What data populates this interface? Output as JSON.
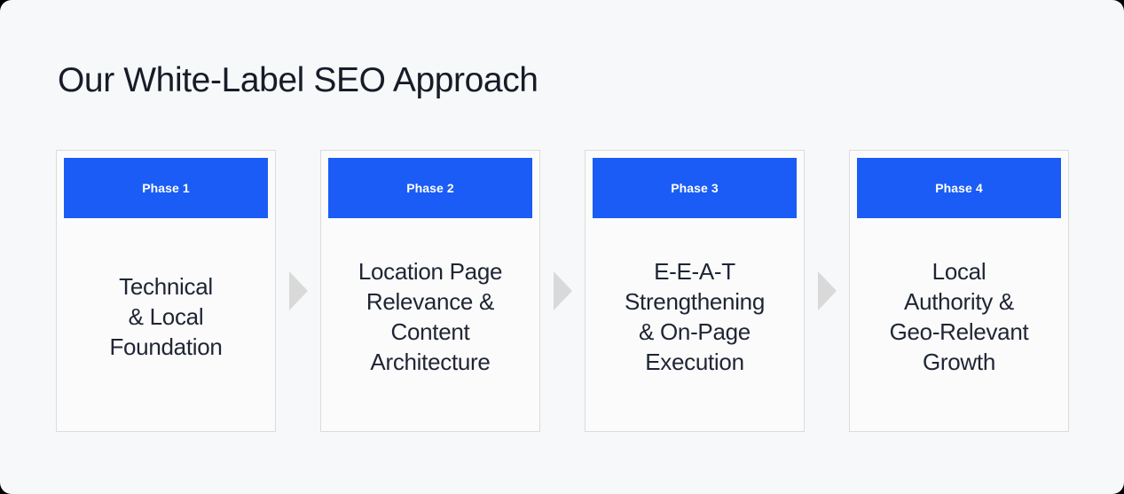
{
  "page": {
    "title": "Our White-Label SEO Approach",
    "background_color": "#f7f8f9",
    "accent_color": "#1a5cf5",
    "text_color": "#1f2533",
    "card_border_color": "#dcdcdc",
    "arrow_color": "#d9d9d9"
  },
  "phases": [
    {
      "badge": "Phase 1",
      "title": "Technical\n& Local\nFoundation",
      "arrow_after": "arrow-right-icon"
    },
    {
      "badge": "Phase 2",
      "title": "Location Page\nRelevance &\nContent\nArchitecture",
      "arrow_after": "arrow-right-icon"
    },
    {
      "badge": "Phase 3",
      "title": "E-E-A-T\nStrengthening\n& On-Page\nExecution",
      "arrow_after": "arrow-right-icon"
    },
    {
      "badge": "Phase 4",
      "title": "Local\nAuthority &\nGeo-Relevant\nGrowth",
      "arrow_after": null
    }
  ]
}
